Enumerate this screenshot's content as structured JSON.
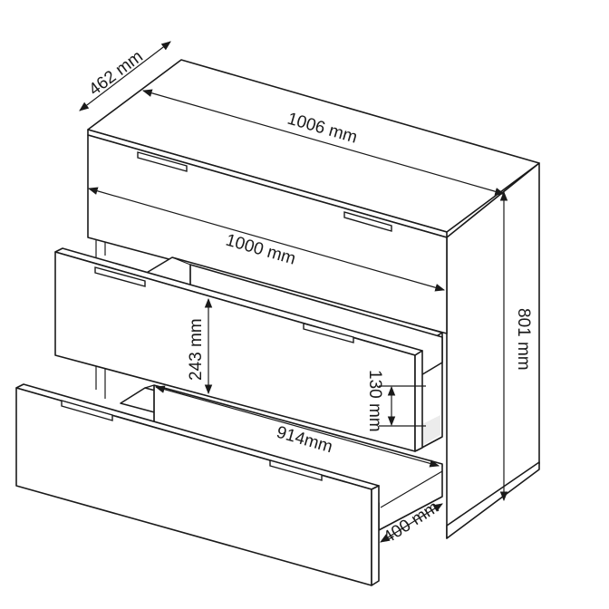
{
  "dimensions": {
    "depth": "462 mm",
    "top_width": "1006 mm",
    "inner_width": "1000 mm",
    "height": "801 mm",
    "drawer_front_height": "243 mm",
    "drawer_side_height": "130 mm",
    "drawer_inner_width": "914mm",
    "drawer_depth": "400 mm"
  }
}
